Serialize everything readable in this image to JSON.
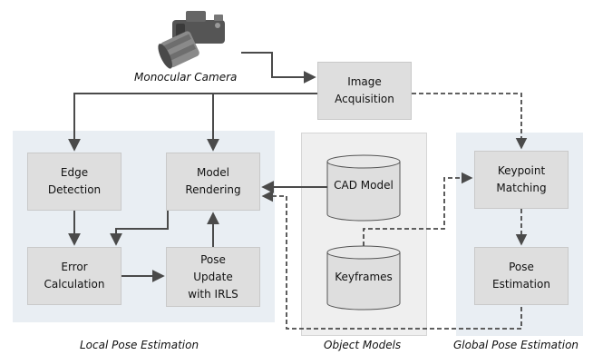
{
  "camera": {
    "label": "Monocular Camera",
    "icon": "camera-icon"
  },
  "top": {
    "image_acquisition": "Image\nAcquisition"
  },
  "local": {
    "caption": "Local Pose Estimation",
    "edge_detection": "Edge\nDetection",
    "model_rendering": "Model\nRendering",
    "error_calculation": "Error\nCalculation",
    "pose_update": "Pose\nUpdate\nwith IRLS"
  },
  "object_models": {
    "caption": "Object Models",
    "cad_model": "CAD Model",
    "keyframes": "Keyframes"
  },
  "global": {
    "caption": "Global Pose Estimation",
    "keypoint_matching": "Keypoint\nMatching",
    "pose_estimation": "Pose\nEstimation"
  },
  "colors": {
    "arrow": "#4a4a4a",
    "box_fill": "#dedede",
    "panel_blue": "#e9eef3",
    "panel_gray": "#efefef"
  }
}
